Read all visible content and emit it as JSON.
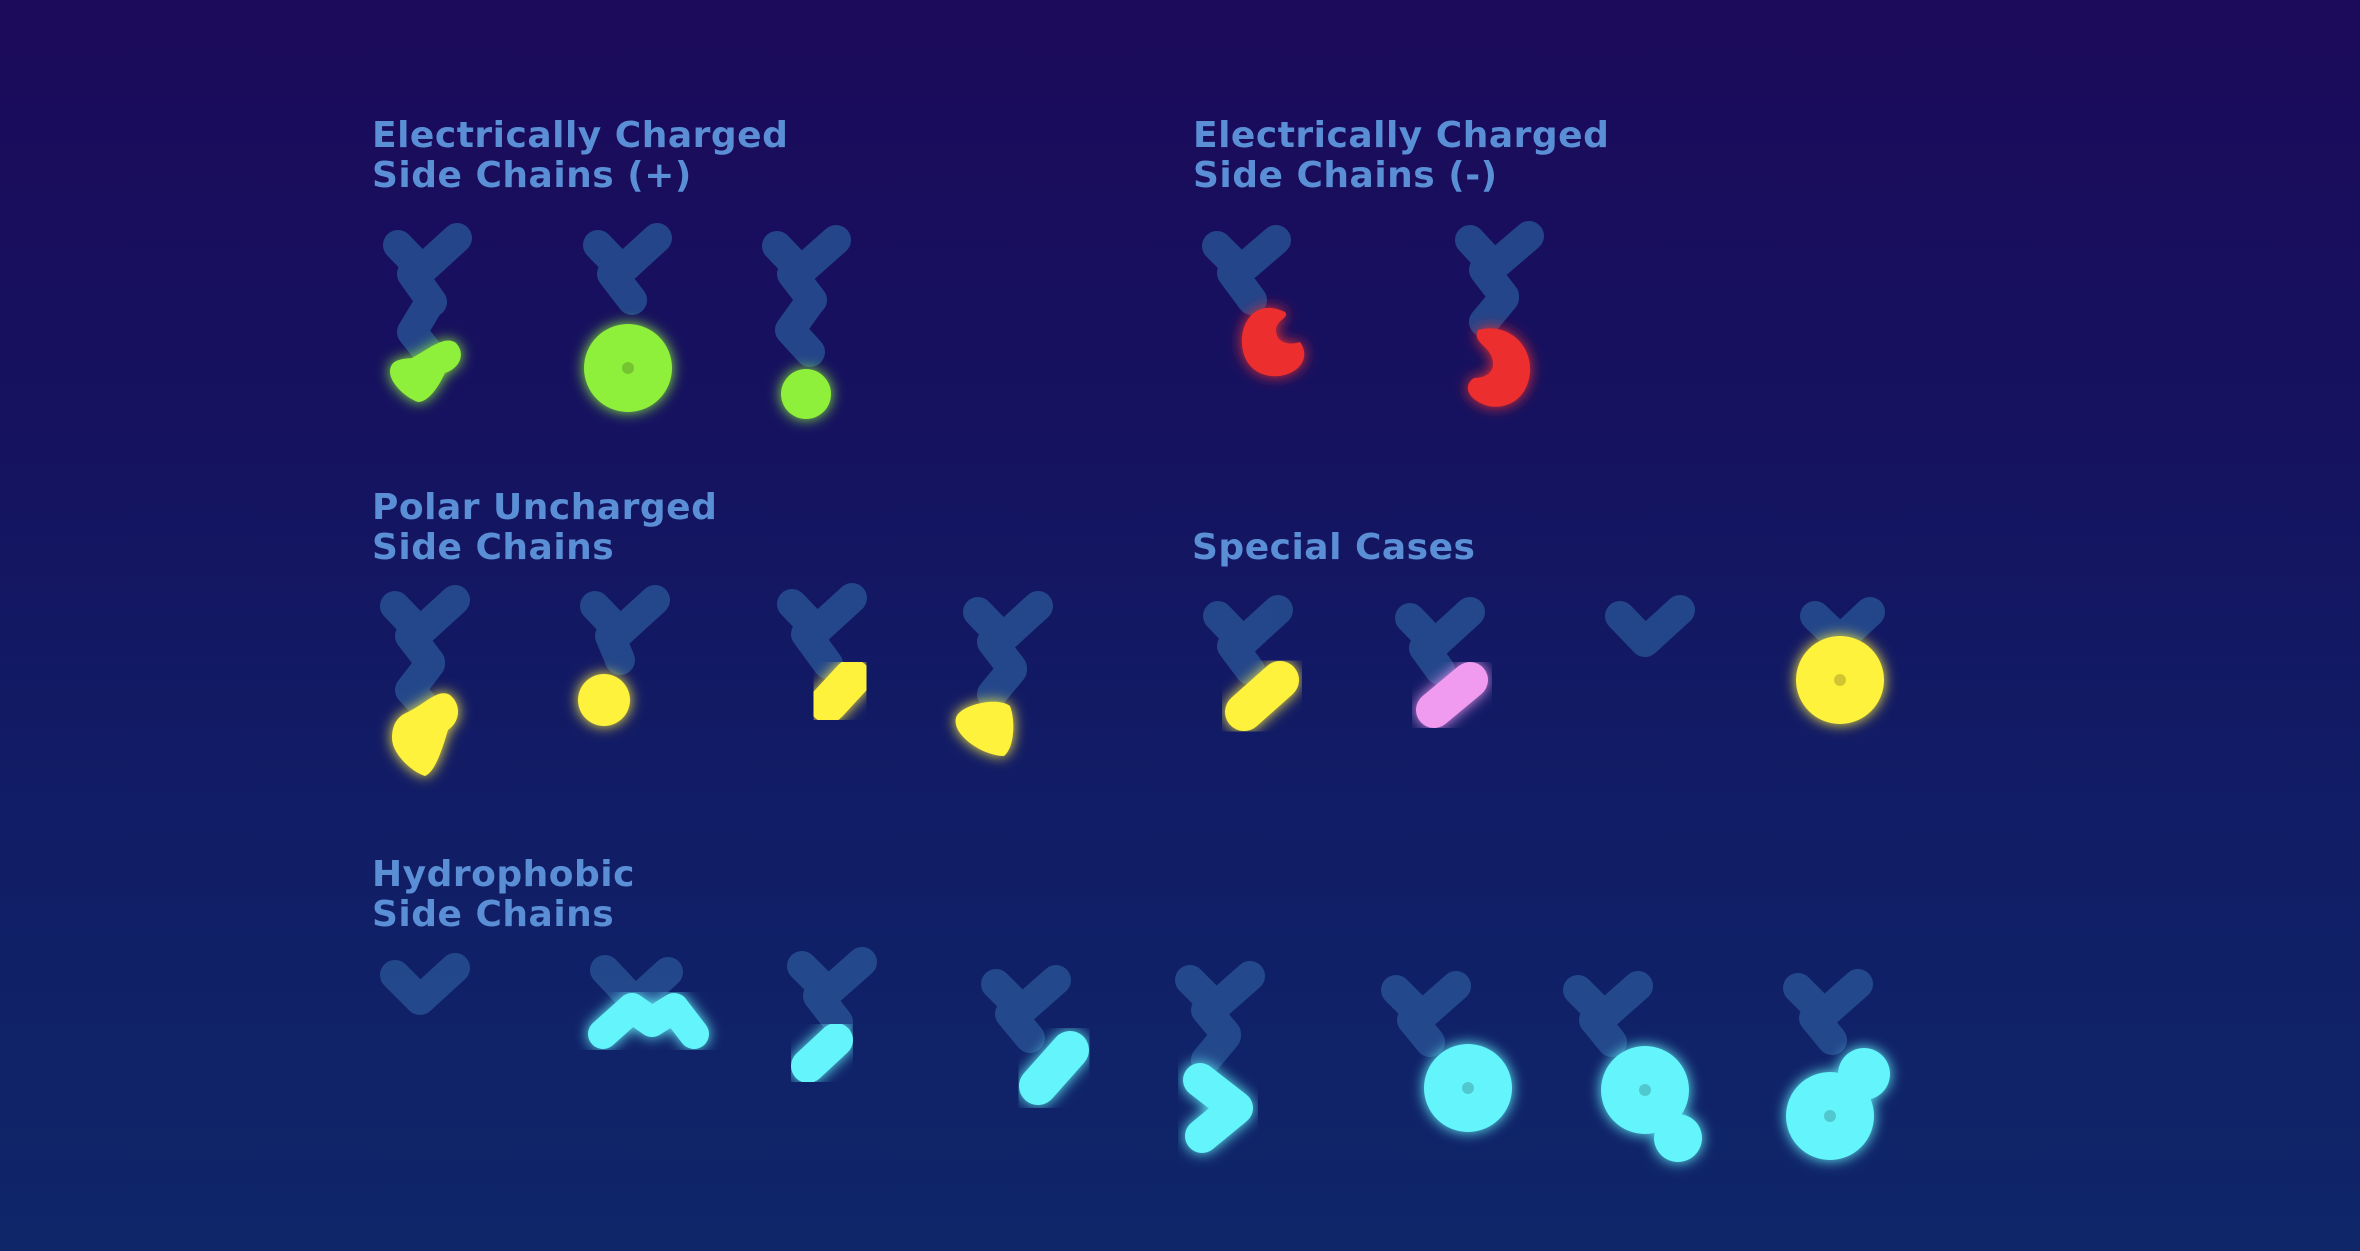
{
  "groups": [
    {
      "id": "charged-positive",
      "title_line1": "Electrically Charged",
      "title_line2": "Side Chains (+)",
      "count": 3,
      "color": "#8ff03a"
    },
    {
      "id": "charged-negative",
      "title_line1": "Electrically Charged",
      "title_line2": "Side Chains (-)",
      "count": 2,
      "color": "#ec2f2f"
    },
    {
      "id": "polar-uncharged",
      "title_line1": "Polar Uncharged",
      "title_line2": "Side Chains",
      "count": 4,
      "color": "#fff23c"
    },
    {
      "id": "special-cases",
      "title_line1": "Special Cases",
      "title_line2": "",
      "count": 4,
      "colors": [
        "#fff23c",
        "#f09af0",
        "none",
        "#fff23c"
      ]
    },
    {
      "id": "hydrophobic",
      "title_line1": "Hydrophobic",
      "title_line2": "Side Chains",
      "count": 8,
      "color": "#63f5fb"
    }
  ],
  "colors": {
    "background_top": "#1c0a5a",
    "background_bottom": "#0f2669",
    "title_text": "#5a8fd6",
    "backbone": "#274f92"
  }
}
